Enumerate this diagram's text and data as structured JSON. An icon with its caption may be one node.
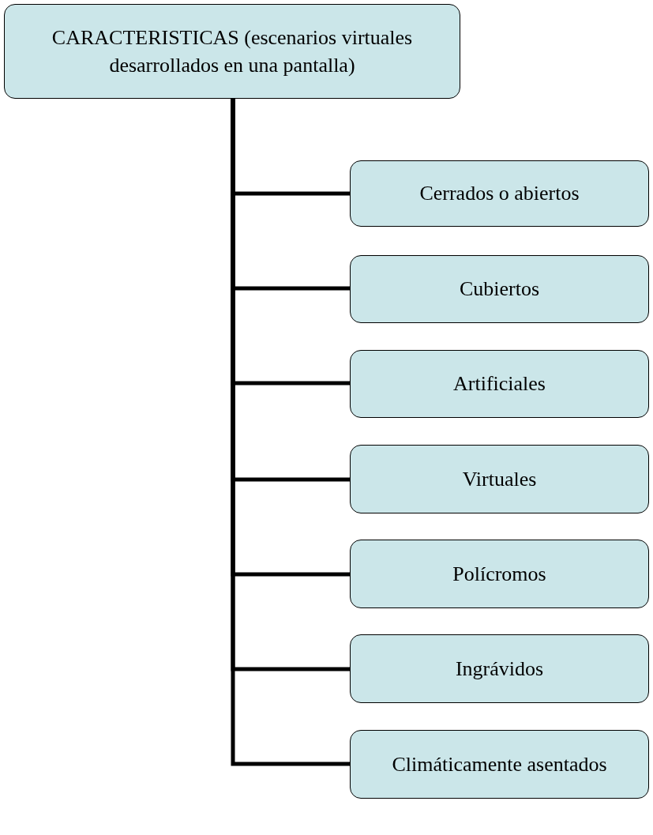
{
  "diagram": {
    "nodes": [
      {
        "text": [
          "CARACTERISTICAS (escenarios virtuales desarrollados en una pantalla)"
        ]
      },
      {
        "text": [
          "Cerrados o abiertos"
        ]
      },
      {
        "text": [
          "Cubiertos"
        ]
      },
      {
        "text": [
          "Artificiales"
        ]
      },
      {
        "text": [
          "Virtuales"
        ]
      },
      {
        "text": [
          "Polícromos"
        ]
      },
      {
        "text": [
          "Ingrávidos"
        ]
      },
      {
        "text": [
          "Climáticamente asentados"
        ]
      }
    ],
    "edges": [
      {
        "from": 0,
        "to": 1,
        "arrow": "none"
      },
      {
        "from": 0,
        "to": 2,
        "arrow": "none"
      },
      {
        "from": 0,
        "to": 3,
        "arrow": "none"
      },
      {
        "from": 0,
        "to": 4,
        "arrow": "none"
      },
      {
        "from": 0,
        "to": 5,
        "arrow": "none"
      },
      {
        "from": 0,
        "to": 6,
        "arrow": "none"
      },
      {
        "from": 0,
        "to": 7,
        "arrow": "none"
      }
    ]
  }
}
